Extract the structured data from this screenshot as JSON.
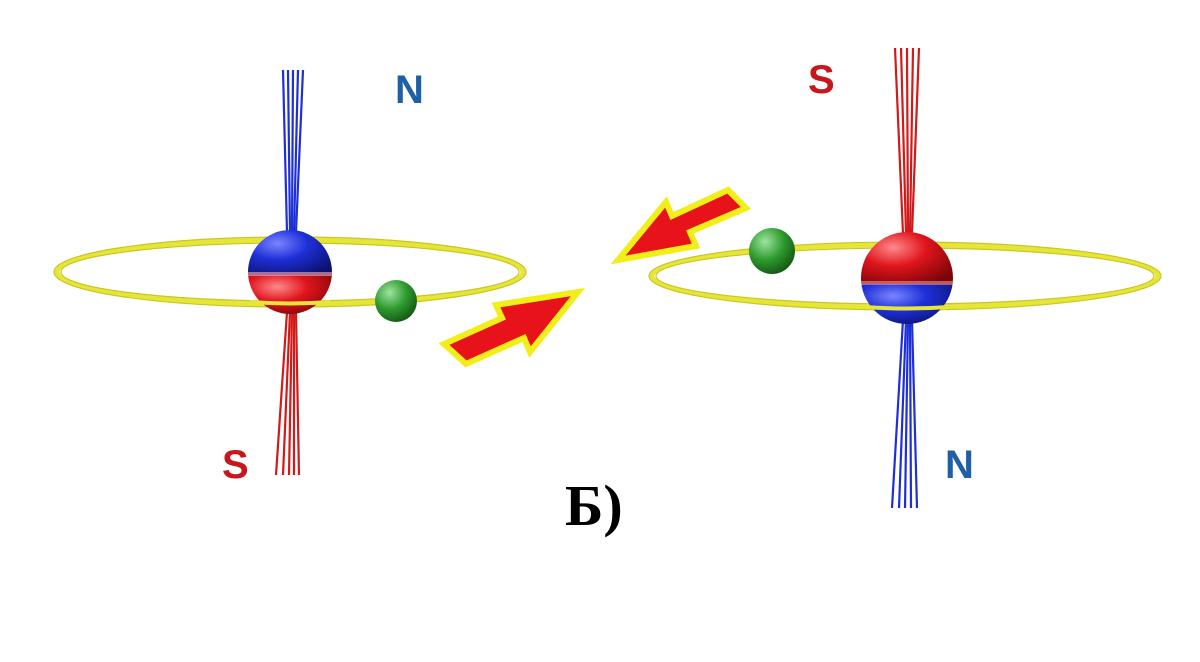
{
  "caption": "Б)",
  "left_atom": {
    "top_pole": "N",
    "bottom_pole": "S",
    "nucleus_top_color": "#1f2fd8",
    "nucleus_bottom_color": "#e0141c"
  },
  "right_atom": {
    "top_pole": "S",
    "bottom_pole": "N",
    "nucleus_top_color": "#e0141c",
    "nucleus_bottom_color": "#1f2fd8"
  },
  "colors": {
    "north": "#1f5fa8",
    "south": "#c8161d",
    "field_blue": "#1f2fd8",
    "field_red": "#d11a1a",
    "orbit": "#e6e63a",
    "electron": "#2e9a2e",
    "arrow_fill": "#e8121a",
    "arrow_outline": "#f2ee1a"
  },
  "icons": {
    "arrow": "attraction-arrow-icon",
    "electron": "electron-sphere-icon",
    "nucleus": "nucleus-sphere-icon"
  }
}
